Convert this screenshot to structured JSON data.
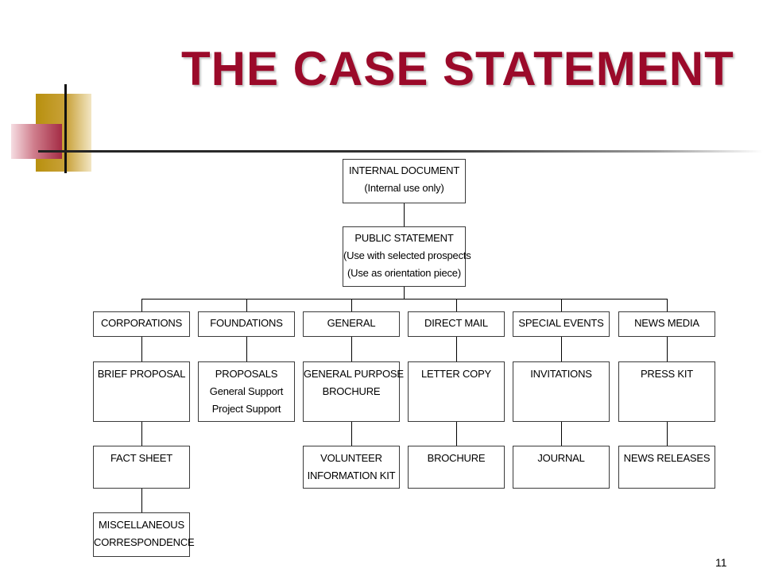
{
  "title": "THE CASE STATEMENT",
  "page_number": "11",
  "colors": {
    "title": "#9b0a2a",
    "accent_gold": "#b8900e",
    "accent_red": "#a42c45"
  },
  "diagram": {
    "internal": [
      "INTERNAL DOCUMENT",
      "(Internal use only)"
    ],
    "public": [
      "PUBLIC STATEMENT",
      "(Use with selected prospects",
      "(Use as orientation piece)"
    ],
    "columns": [
      {
        "header": "CORPORATIONS",
        "items": [
          [
            "BRIEF PROPOSAL"
          ],
          [
            "FACT SHEET"
          ],
          [
            "MISCELLANEOUS",
            "CORRESPONDENCE"
          ]
        ]
      },
      {
        "header": "FOUNDATIONS",
        "items": [
          [
            "PROPOSALS",
            "General Support",
            "Project Support"
          ]
        ]
      },
      {
        "header": "GENERAL",
        "items": [
          [
            "GENERAL PURPOSE",
            "BROCHURE"
          ],
          [
            "VOLUNTEER",
            "INFORMATION KIT"
          ]
        ]
      },
      {
        "header": "DIRECT MAIL",
        "items": [
          [
            "LETTER COPY"
          ],
          [
            "BROCHURE"
          ]
        ]
      },
      {
        "header": "SPECIAL EVENTS",
        "items": [
          [
            "INVITATIONS"
          ],
          [
            "JOURNAL"
          ]
        ]
      },
      {
        "header": "NEWS MEDIA",
        "items": [
          [
            "PRESS KIT"
          ],
          [
            "NEWS RELEASES"
          ]
        ]
      }
    ]
  }
}
